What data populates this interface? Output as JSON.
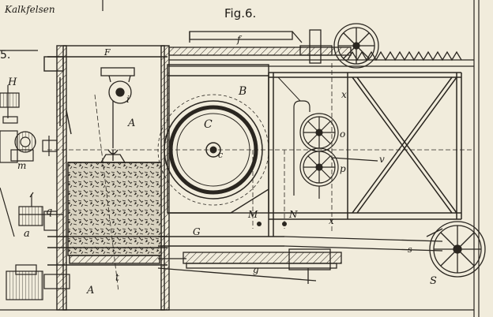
{
  "figure": {
    "title": "Fig.6.",
    "caption_top_left": "Kalkfelsen",
    "fragment_left": "5.",
    "labels": {
      "H": "H",
      "m": "m",
      "q": "q",
      "a": "a",
      "F": "F",
      "i": "i",
      "A_upper": "A",
      "A_lower": "A",
      "t": "t",
      "B": "B",
      "C": "C",
      "c": "c",
      "f": "f",
      "x_top": "x",
      "x_bottom": "x",
      "o": "o",
      "p": "p",
      "v": "v",
      "M": "M",
      "N": "N",
      "G": "G",
      "g": "g",
      "s": "s",
      "S": "S"
    }
  },
  "colors": {
    "paper": "#f1ecdc",
    "ink": "#2a2620"
  }
}
